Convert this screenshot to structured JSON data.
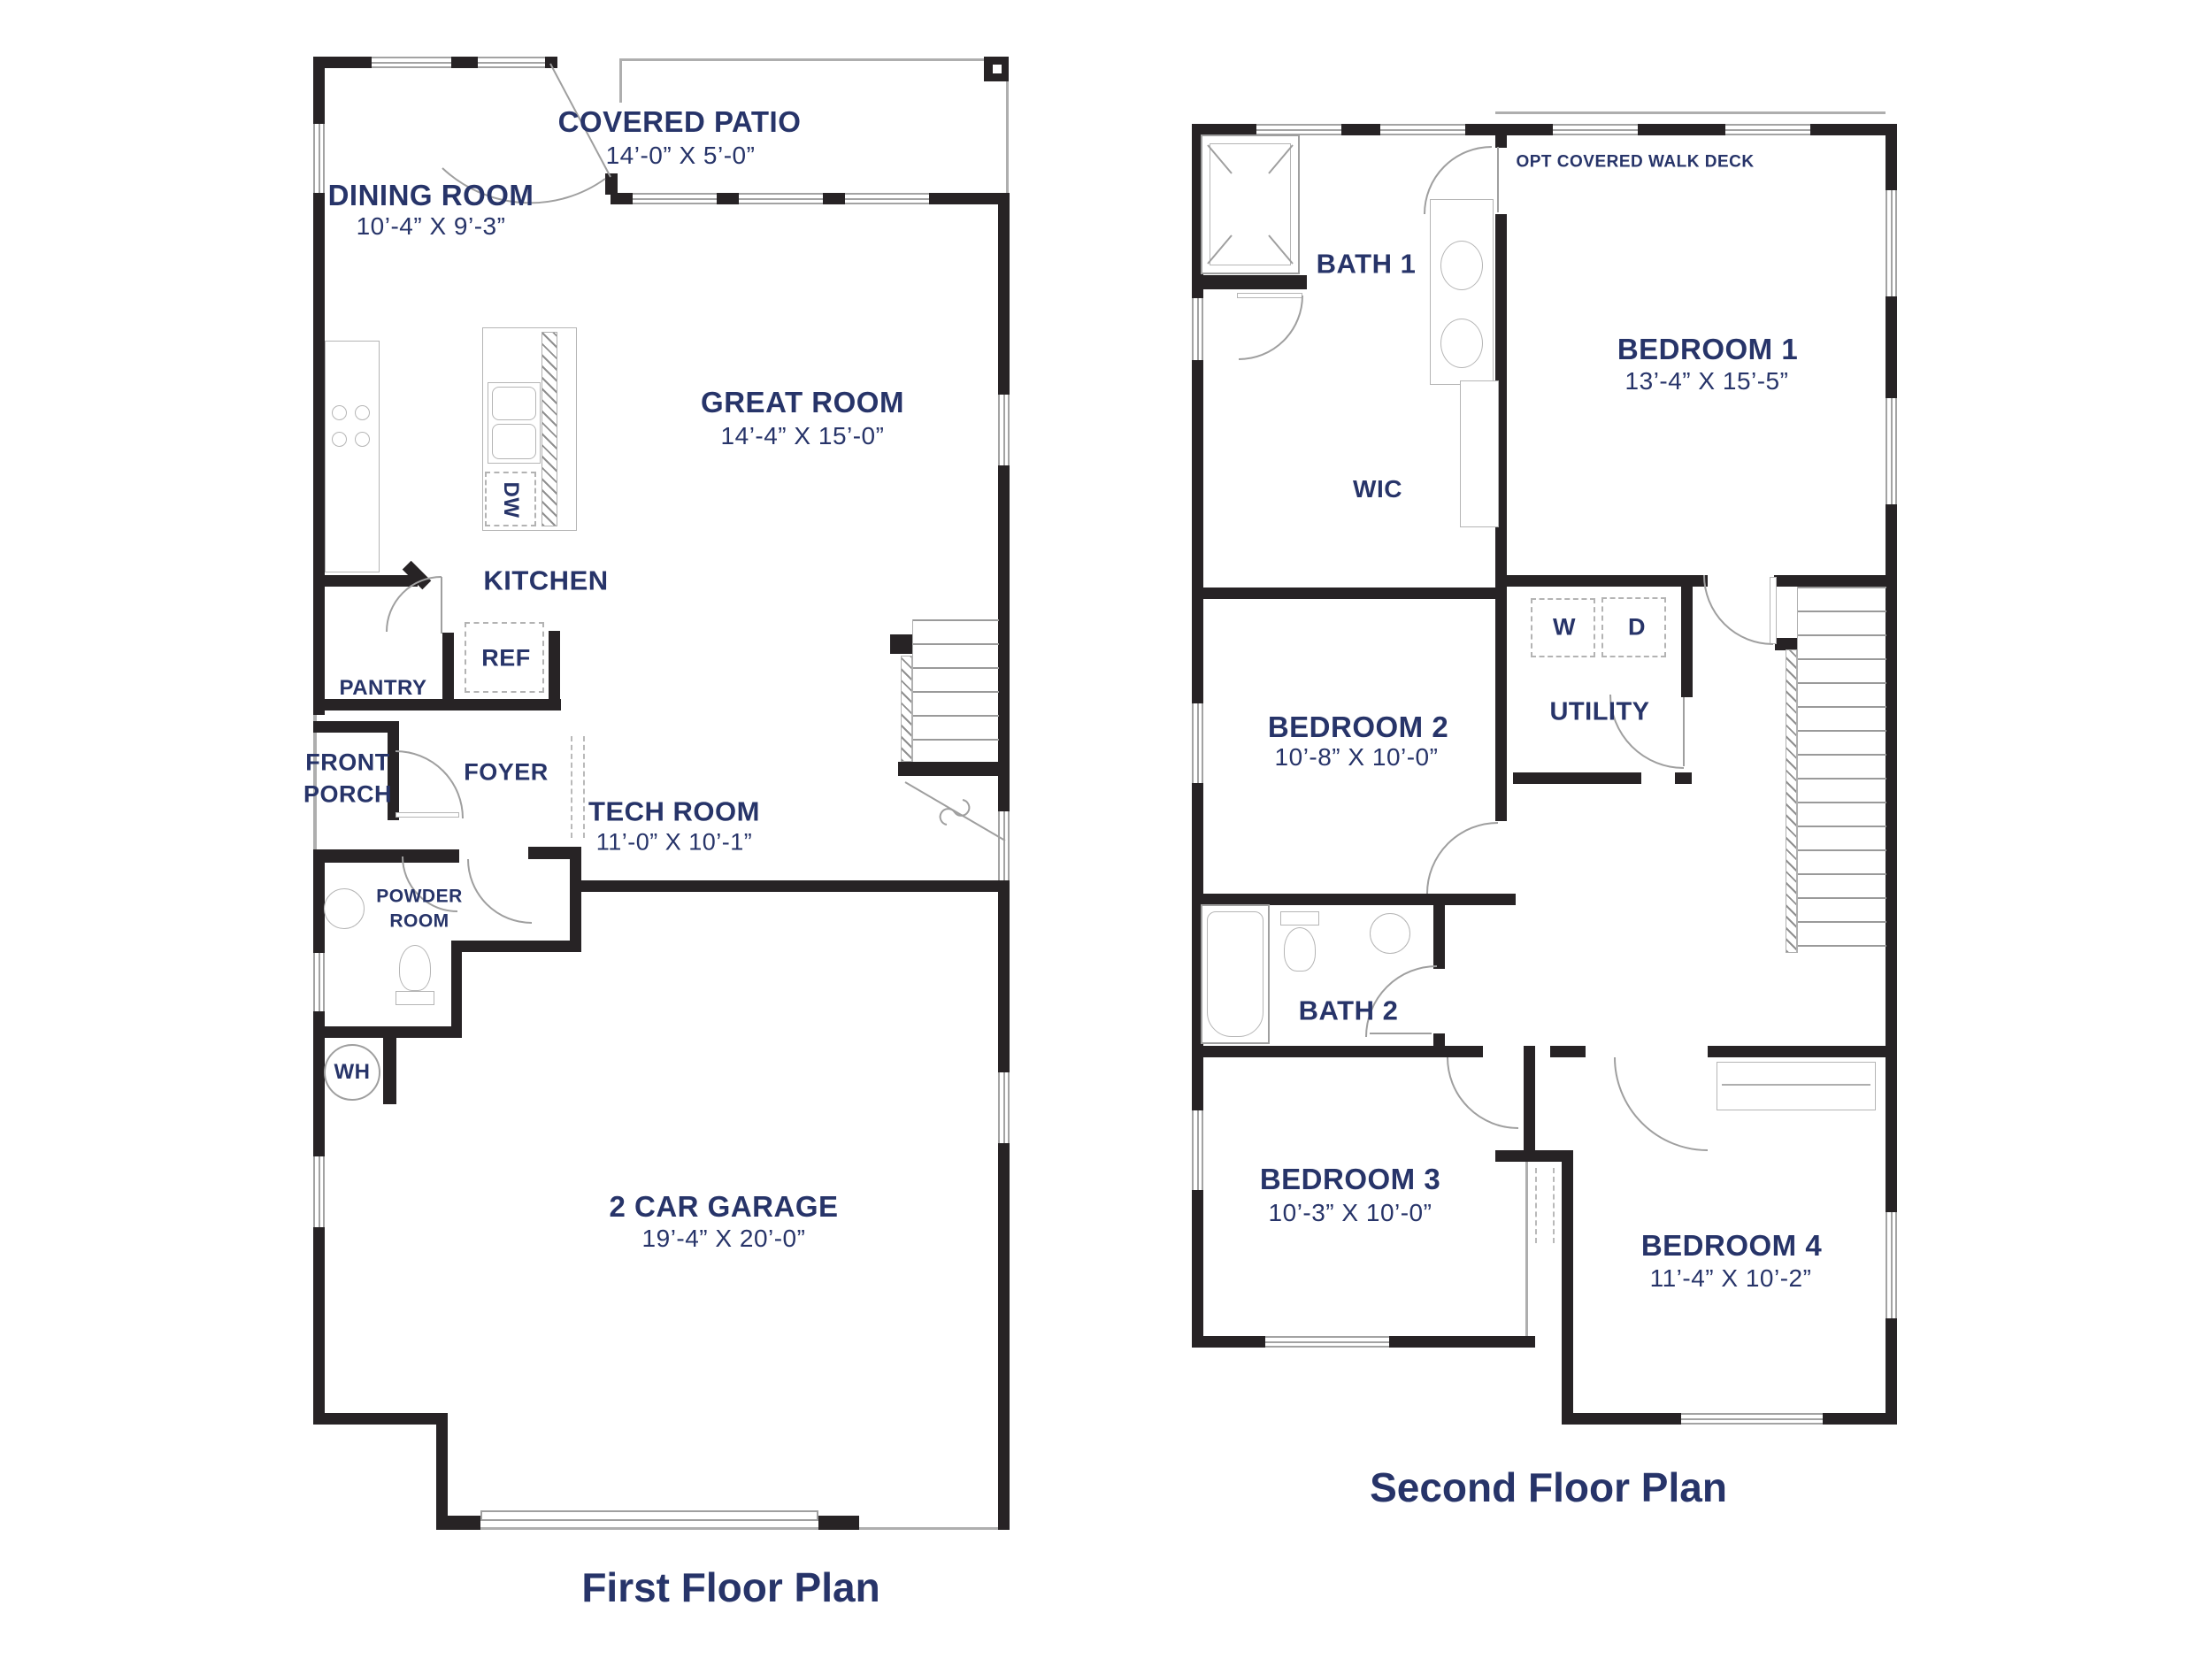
{
  "colors": {
    "label_navy": "#273469",
    "wall_black": "#272325",
    "line_gray": "#9f9f9f"
  },
  "first_floor": {
    "title": "First Floor Plan",
    "rooms": {
      "dining": {
        "name": "DINING ROOM",
        "dims": "10’-4” X 9’-3”"
      },
      "patio": {
        "name": "COVERED PATIO",
        "dims": "14’-0” X 5’-0”"
      },
      "great": {
        "name": "GREAT ROOM",
        "dims": "14’-4” X 15’-0”"
      },
      "kitchen": {
        "name": "KITCHEN"
      },
      "ref": {
        "name": "REF"
      },
      "dw": {
        "name": "DW"
      },
      "pantry": {
        "name": "PANTRY"
      },
      "front_porch": {
        "line1": "FRONT",
        "line2": "PORCH"
      },
      "foyer": {
        "name": "FOYER"
      },
      "tech": {
        "name": "TECH ROOM",
        "dims": "11’-0” X 10’-1”"
      },
      "powder": {
        "line1": "POWDER",
        "line2": "ROOM"
      },
      "wh": {
        "name": "WH"
      },
      "garage": {
        "name": "2 CAR GARAGE",
        "dims": "19’-4” X 20’-0”"
      }
    }
  },
  "second_floor": {
    "title": "Second Floor Plan",
    "rooms": {
      "walk_deck": {
        "name": "OPT COVERED WALK DECK"
      },
      "bath1": {
        "name": "BATH 1"
      },
      "bedroom1": {
        "name": "BEDROOM 1",
        "dims": "13’-4” X 15’-5”"
      },
      "wic": {
        "name": "WIC"
      },
      "bedroom2": {
        "name": "BEDROOM 2",
        "dims": "10’-8” X 10’-0”"
      },
      "utility": {
        "name": "UTILITY"
      },
      "washer": {
        "name": "W"
      },
      "dryer": {
        "name": "D"
      },
      "bath2": {
        "name": "BATH 2"
      },
      "bedroom3": {
        "name": "BEDROOM 3",
        "dims": "10’-3” X 10’-0”"
      },
      "bedroom4": {
        "name": "BEDROOM 4",
        "dims": "11’-4” X 10’-2”"
      }
    }
  }
}
